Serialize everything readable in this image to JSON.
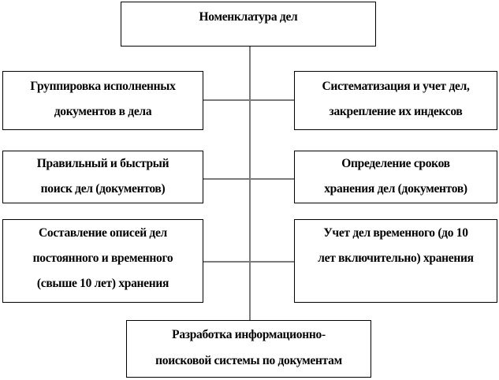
{
  "root": {
    "lines": [
      "Номенклатура дел"
    ]
  },
  "left": [
    {
      "lines": [
        "Группировка исполненных",
        "документов в дела"
      ]
    },
    {
      "lines": [
        "Правильный и быстрый",
        "поиск дел (документов)"
      ]
    },
    {
      "lines": [
        "Составление описей дел",
        "постоянного и временного",
        "(свыше 10 лет) хранения"
      ]
    }
  ],
  "right": [
    {
      "lines": [
        "Систематизация и учет дел,",
        "закрепление их индексов"
      ]
    },
    {
      "lines": [
        "Определение сроков",
        "хранения дел (документов)"
      ]
    },
    {
      "lines": [
        "Учет дел временного (до 10",
        "лет включительно) хранения"
      ]
    }
  ],
  "bottom": {
    "lines": [
      "Разработка информационно-",
      "поисковой системы по документам"
    ]
  }
}
